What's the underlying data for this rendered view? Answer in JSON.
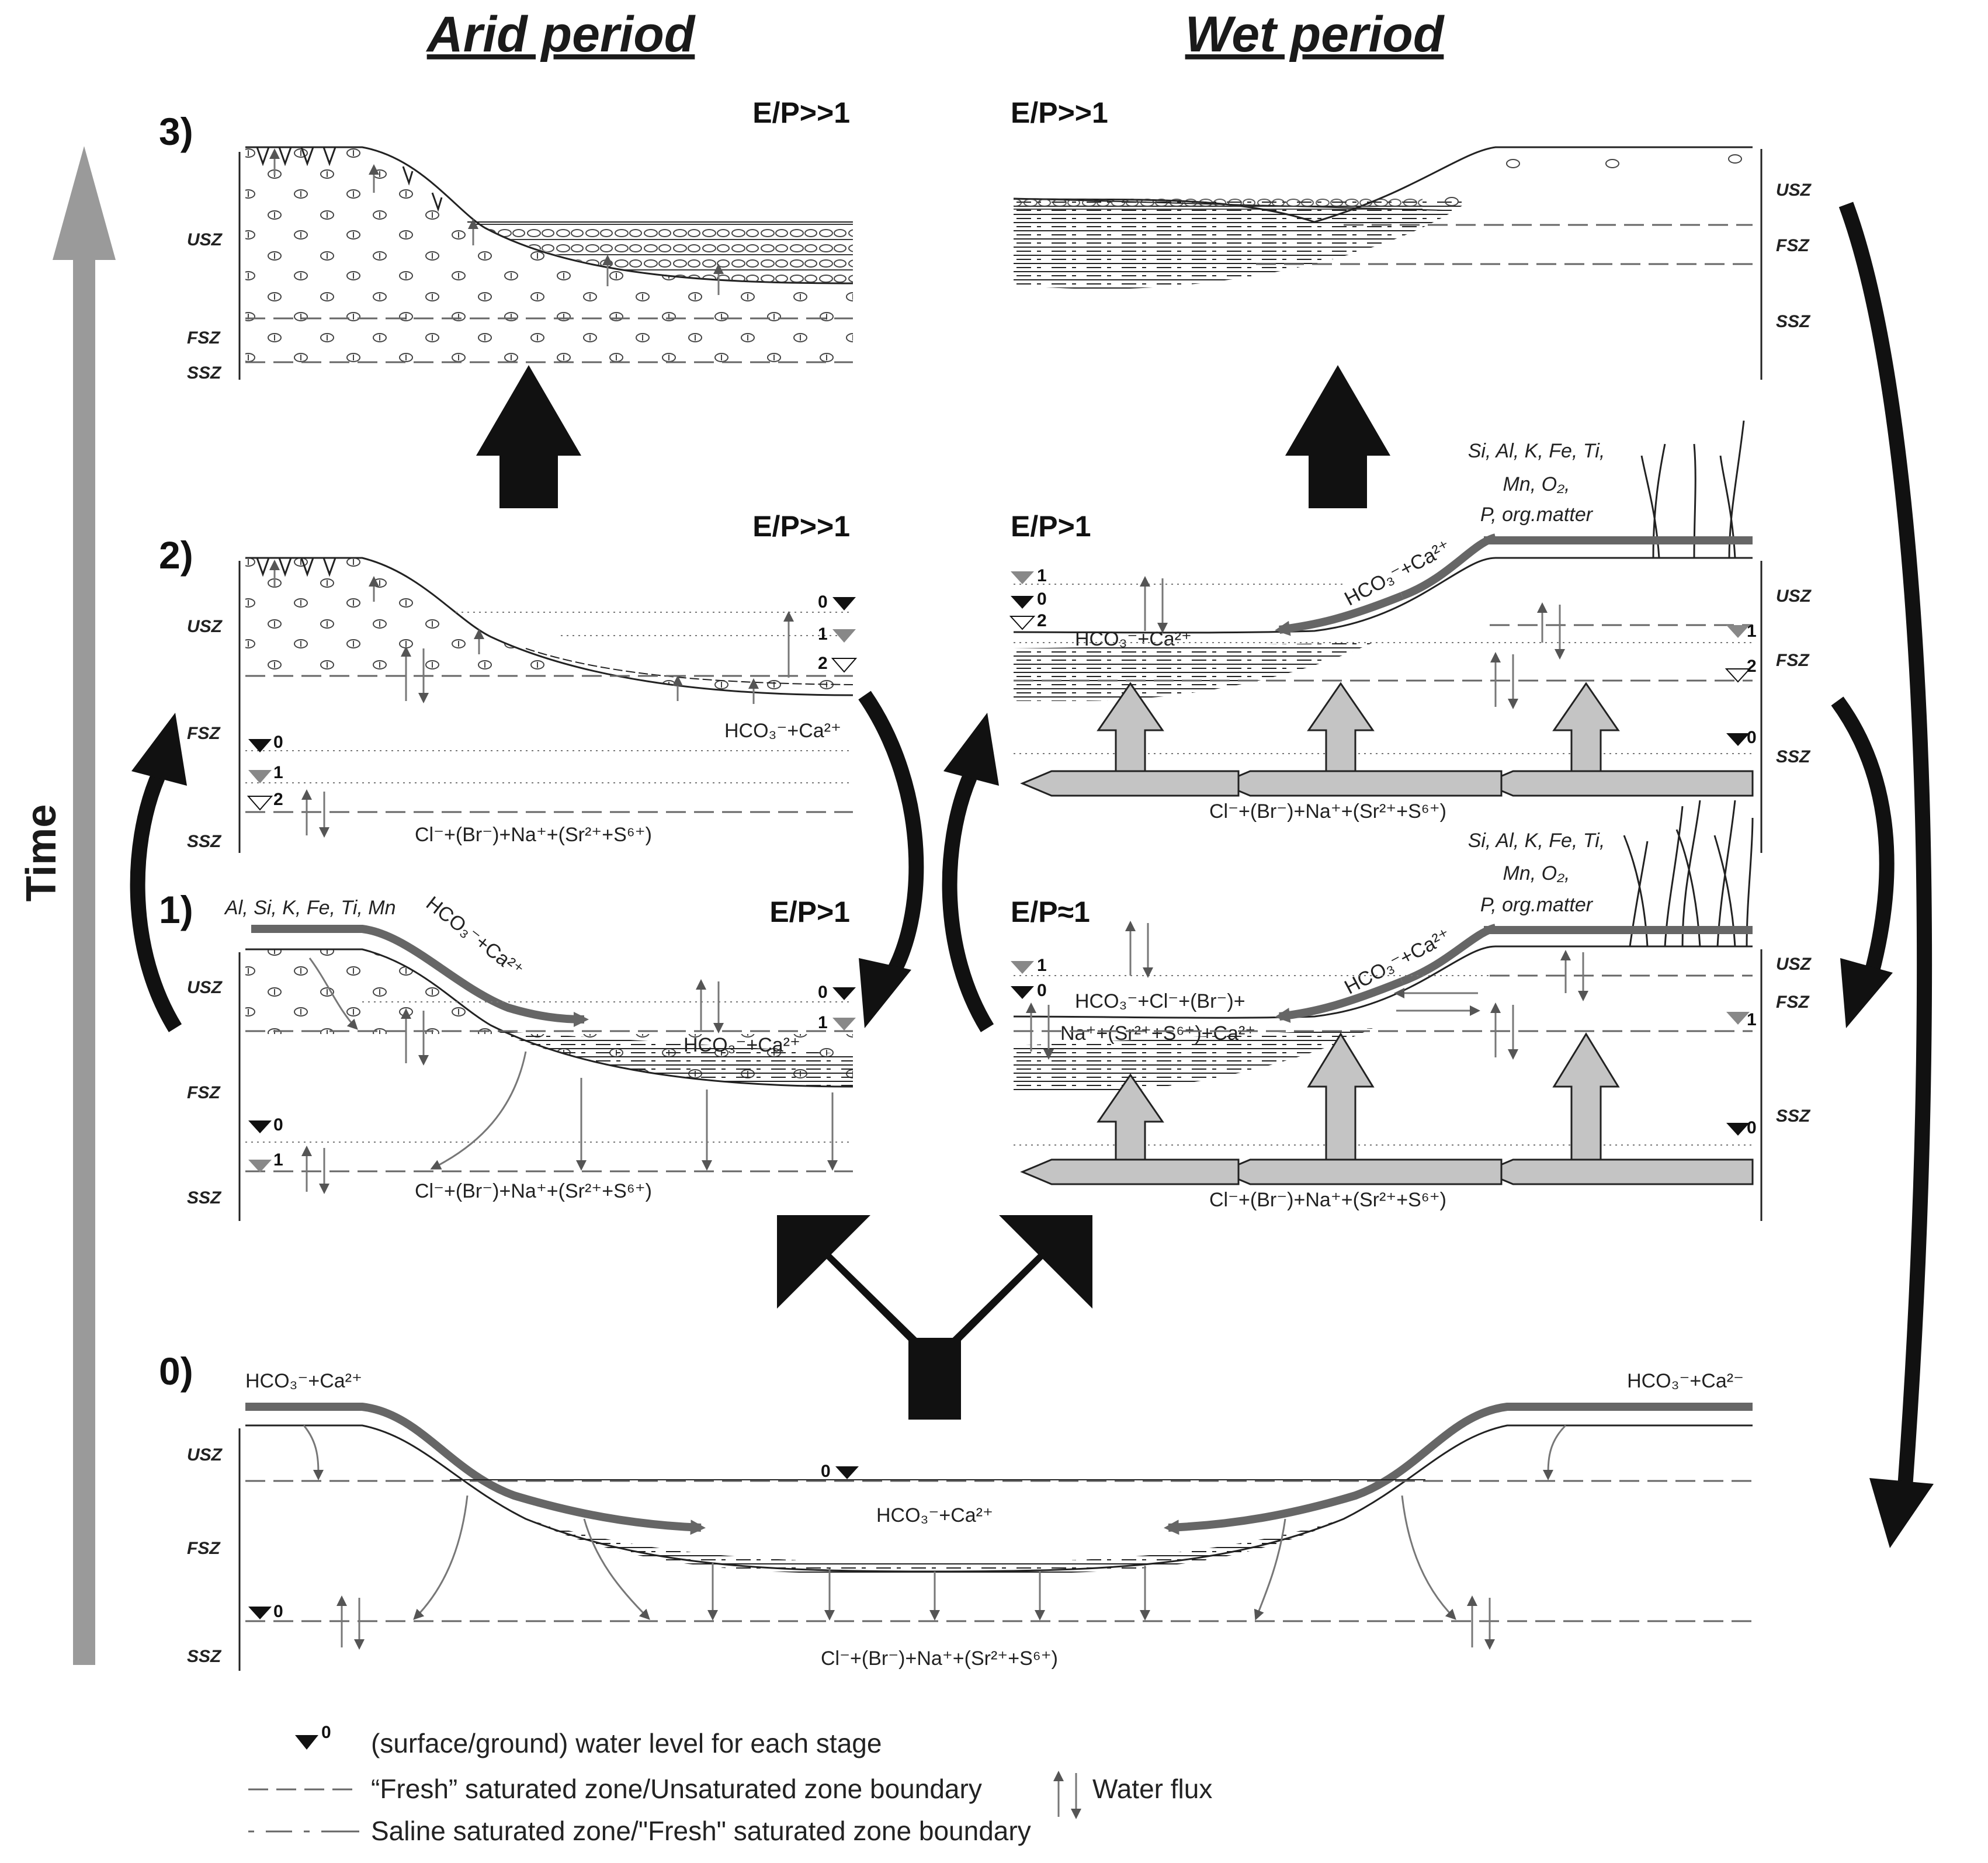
{
  "titles": {
    "arid": "Arid period",
    "wet": "Wet period",
    "time": "Time"
  },
  "panels": {
    "arid3": {
      "stage": "3)",
      "ep": "E/P>>1",
      "zones": [
        "USZ",
        "FSZ",
        "SSZ"
      ]
    },
    "wet3": {
      "ep": "E/P>>1",
      "zones": [
        "USZ",
        "FSZ",
        "SSZ"
      ]
    },
    "arid2": {
      "stage": "2)",
      "ep": "E/P>>1",
      "zones": [
        "USZ",
        "FSZ",
        "SSZ"
      ],
      "lake_levels": [
        "0",
        "1",
        "2"
      ],
      "gw_levels": [
        "0",
        "1",
        "2"
      ],
      "chem_lake": "HCO₃⁻+Ca²⁺",
      "chem_deep": "Cl⁻+(Br⁻)+Na⁺+(Sr²⁺+S⁶⁺)"
    },
    "wet2": {
      "ep": "E/P>1",
      "zones": [
        "USZ",
        "FSZ",
        "SSZ"
      ],
      "lake_levels": [
        "1",
        "0",
        "2"
      ],
      "gw_levels": [
        "1",
        "2",
        "0"
      ],
      "elements": [
        "Si, Al, K, Fe, Ti,",
        "Mn, O₂,",
        "P, org.matter"
      ],
      "chem_slope": "HCO₃⁻+Ca²⁺",
      "chem_lake": "HCO₃⁻+Ca²⁺",
      "chem_deep": "Cl⁻+(Br⁻)+Na⁺+(Sr²⁺+S⁶⁺)"
    },
    "arid1": {
      "stage": "1)",
      "ep": "E/P>1",
      "zones": [
        "USZ",
        "FSZ",
        "SSZ"
      ],
      "elements": "Al, Si, K, Fe, Ti, Mn",
      "chem_slope": "HCO₃⁻+Ca²⁺",
      "lake_levels": [
        "0",
        "1"
      ],
      "gw_levels": [
        "0",
        "1"
      ],
      "chem_lake": "HCO₃⁻+Ca²⁺",
      "chem_deep": "Cl⁻+(Br⁻)+Na⁺+(Sr²⁺+S⁶⁺)"
    },
    "wet1": {
      "ep": "E/P≈1",
      "zones": [
        "USZ",
        "FSZ",
        "SSZ"
      ],
      "lake_levels": [
        "1",
        "0"
      ],
      "gw_levels": [
        "1",
        "0"
      ],
      "elements": [
        "Si, Al, K, Fe, Ti,",
        "Mn, O₂,",
        "P, org.matter"
      ],
      "chem_slope": "HCO₃⁻+Ca²⁺",
      "chem_lake": [
        "HCO₃⁻+Cl⁻+(Br⁻)+",
        "Na⁺+(Sr²⁺+S⁶⁺)+Ca²⁺"
      ],
      "chem_deep": "Cl⁻+(Br⁻)+Na⁺+(Sr²⁺+S⁶⁺)"
    },
    "base": {
      "stage": "0)",
      "zones": [
        "USZ",
        "FSZ",
        "SSZ"
      ],
      "chem_left": "HCO₃⁻+Ca²⁺",
      "chem_right": "HCO₃⁻+Ca²⁻",
      "chem_lake": "HCO₃⁻+Ca²⁺",
      "chem_deep": "Cl⁻+(Br⁻)+Na⁺+(Sr²⁺+S⁶⁺)",
      "lake_level": "0",
      "gw_level": "0"
    }
  },
  "legend": {
    "level_sample": "0",
    "level": "(surface/ground) water level for each stage",
    "fresh_boundary": "“Fresh” saturated zone/Unsaturated zone boundary",
    "saline_boundary": "Saline saturated zone/\"Fresh\" saturated zone boundary",
    "flux": "Water flux"
  },
  "colors": {
    "arrow_gray": "#9a9a9a",
    "fill_gray": "#c4c4c4",
    "black": "#111111",
    "line": "#333333"
  }
}
